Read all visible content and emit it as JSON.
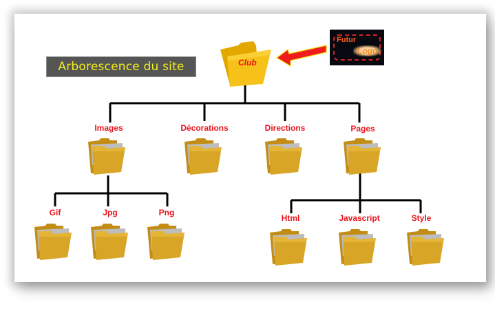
{
  "title": "Arborescence du site",
  "root": {
    "label": "Club"
  },
  "logo": {
    "line1": "Futur",
    "line2": "Logo"
  },
  "level1": [
    {
      "label": "Images"
    },
    {
      "label": "Décorations"
    },
    {
      "label": "Directions"
    },
    {
      "label": "Pages"
    }
  ],
  "images_children": [
    {
      "label": "Gif"
    },
    {
      "label": "Jpg"
    },
    {
      "label": "Png"
    }
  ],
  "pages_children": [
    {
      "label": "Html"
    },
    {
      "label": "Javascript"
    },
    {
      "label": "Style"
    }
  ],
  "colors": {
    "label": "#e8141b",
    "title_text": "#f2ee1c",
    "title_bg": "#555555",
    "folder": "#d9a526",
    "arrow": "#ee1c1c"
  }
}
